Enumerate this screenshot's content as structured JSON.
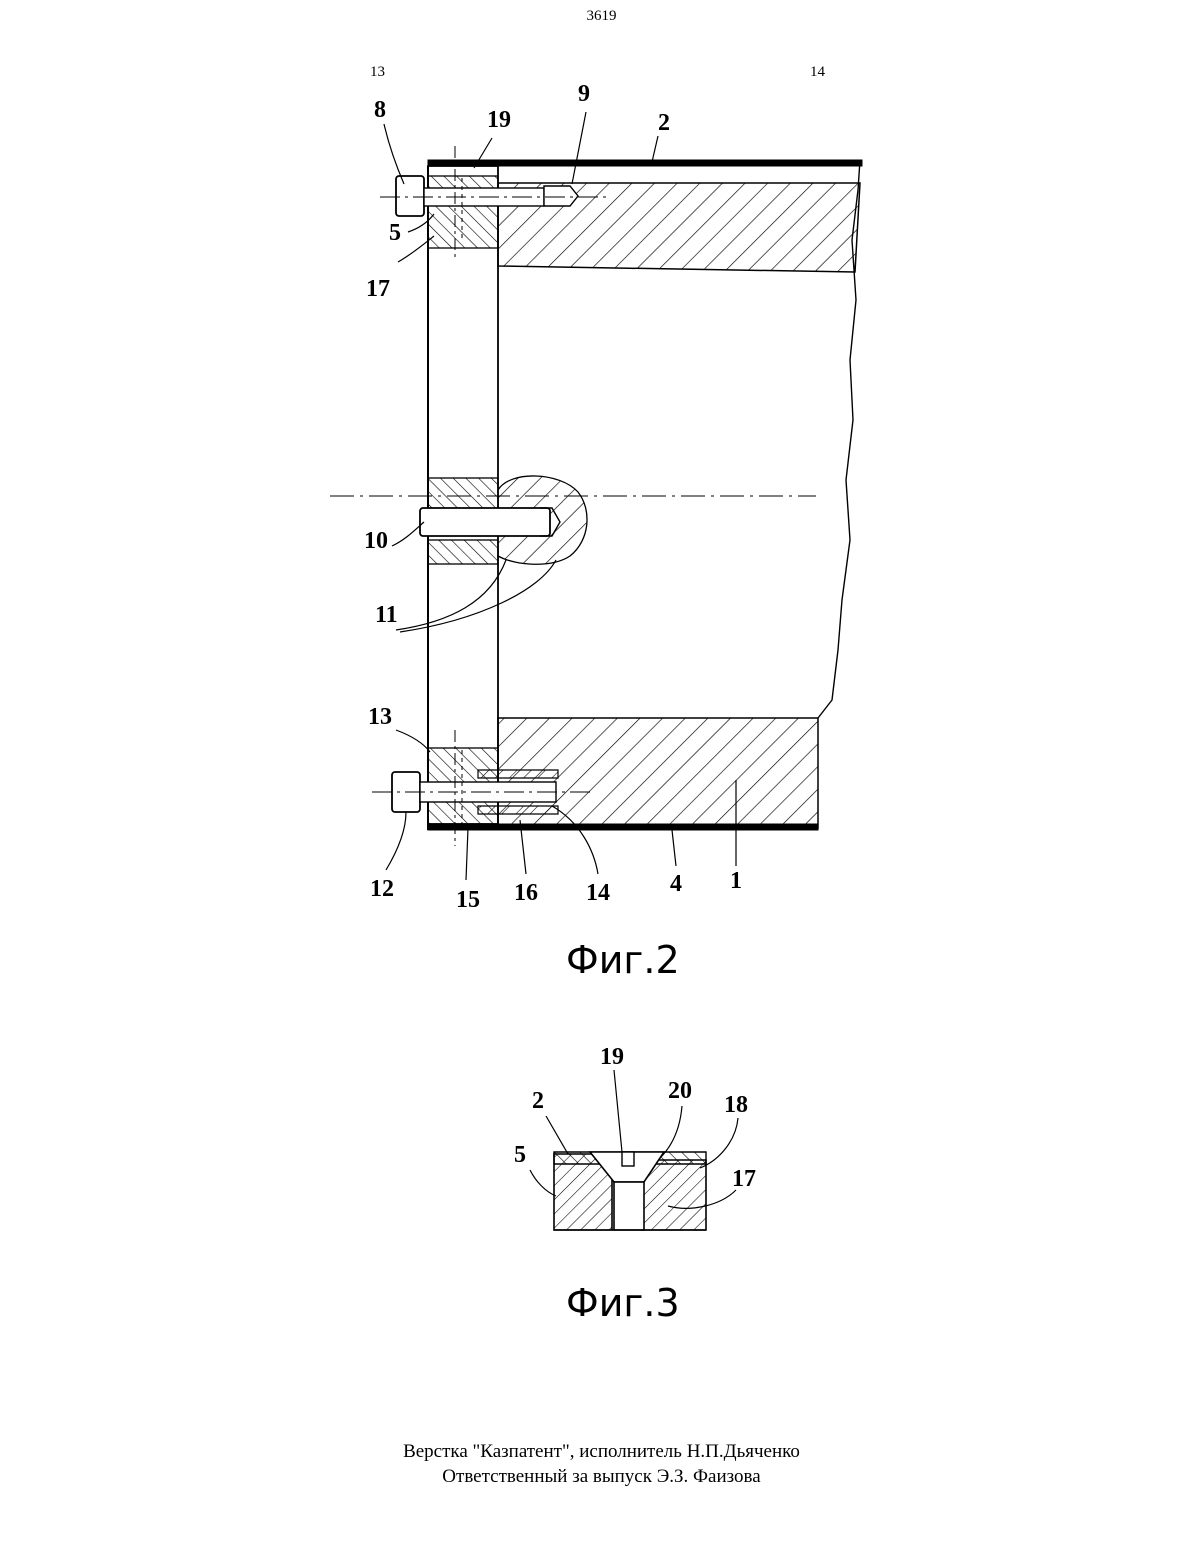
{
  "page_number": "3619",
  "column_numbers": {
    "left": "13",
    "right": "14"
  },
  "figures": [
    {
      "caption": "Фиг.2",
      "labels": [
        "8",
        "19",
        "9",
        "2",
        "5",
        "17",
        "10",
        "11",
        "13",
        "12",
        "15",
        "16",
        "14",
        "4",
        "1"
      ]
    },
    {
      "caption": "Фиг.3",
      "labels": [
        "19",
        "2",
        "20",
        "18",
        "5",
        "17"
      ]
    }
  ],
  "footer": {
    "line1": "Верстка \"Казпатент\", исполнитель  Н.П.Дьяченко",
    "line2": "Ответственный за выпуск Э.З. Фаизова"
  }
}
